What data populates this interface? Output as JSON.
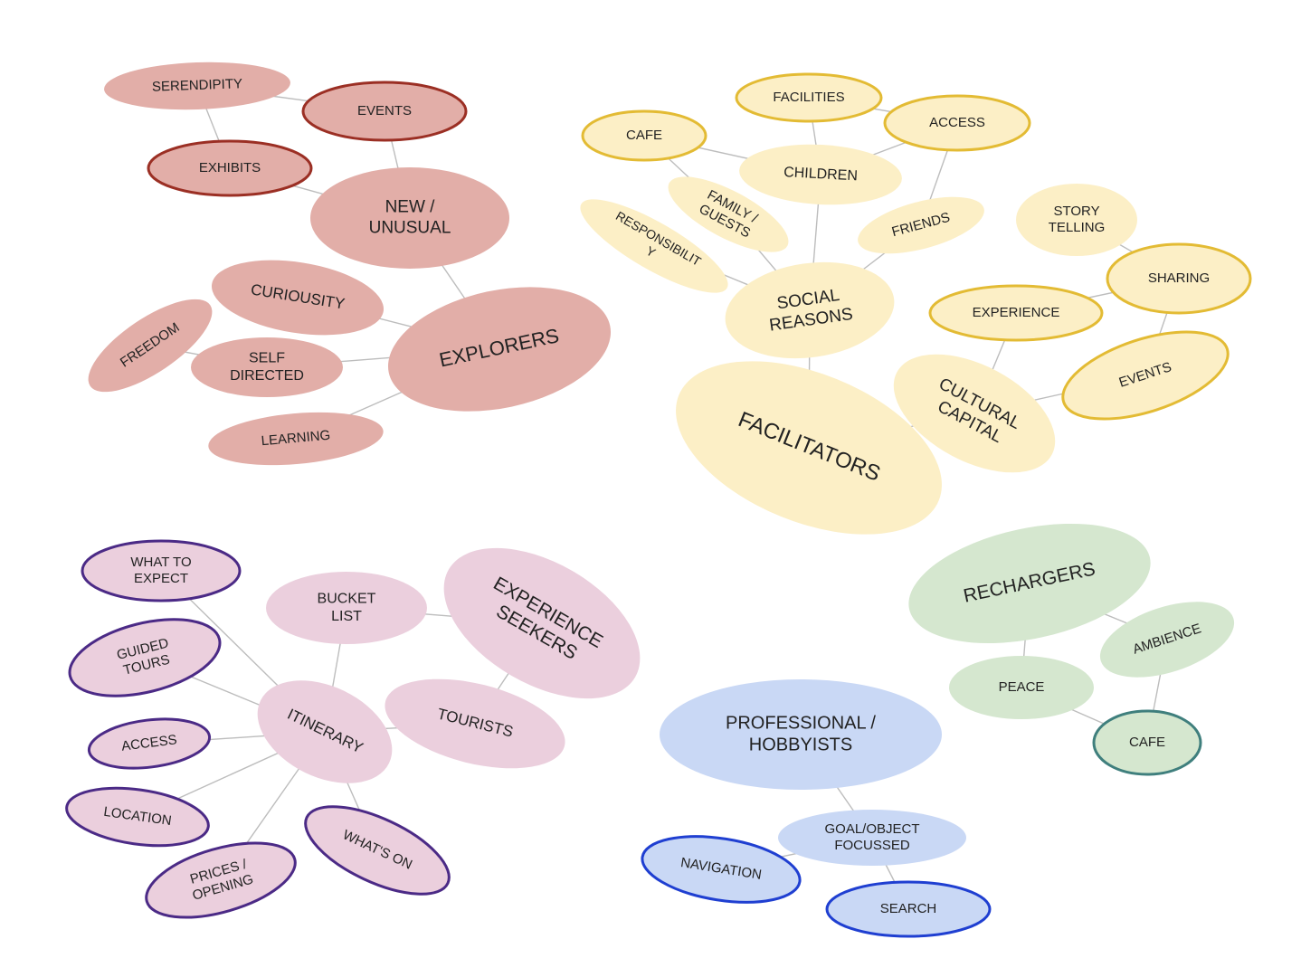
{
  "groups": {
    "explorers": {
      "fill": "#e2aea8",
      "stroke": "#9b2f24"
    },
    "facilitators": {
      "fill": "#fcefc6",
      "stroke": "#e3bb34"
    },
    "experience_seekers": {
      "fill": "#ebcfdd",
      "stroke": "#4b2a86"
    },
    "rechargers": {
      "fill": "#d5e7cf",
      "stroke": "#3f7f7d"
    },
    "professional": {
      "fill": "#c9d8f5",
      "stroke": "#1f3fd1"
    }
  },
  "nodes": {
    "serendipity": {
      "text": [
        "SERENDIPITY"
      ],
      "group": "explorers"
    },
    "events_e": {
      "text": [
        "EVENTS"
      ],
      "group": "explorers"
    },
    "exhibits": {
      "text": [
        "EXHIBITS"
      ],
      "group": "explorers"
    },
    "new_unusual": {
      "text": [
        "NEW /",
        "UNUSUAL"
      ],
      "group": "explorers"
    },
    "curiousity": {
      "text": [
        "CURIOUSITY"
      ],
      "group": "explorers"
    },
    "freedom": {
      "text": [
        "FREEDOM"
      ],
      "group": "explorers"
    },
    "self_directed": {
      "text": [
        "SELF",
        "DIRECTED"
      ],
      "group": "explorers"
    },
    "explorers": {
      "text": [
        "EXPLORERS"
      ],
      "group": "explorers"
    },
    "learning": {
      "text": [
        "LEARNING"
      ],
      "group": "explorers"
    },
    "facilities": {
      "text": [
        "FACILITIES"
      ],
      "group": "facilitators"
    },
    "cafe_f": {
      "text": [
        "CAFE"
      ],
      "group": "facilitators"
    },
    "access_f": {
      "text": [
        "ACCESS"
      ],
      "group": "facilitators"
    },
    "children": {
      "text": [
        "CHILDREN"
      ],
      "group": "facilitators"
    },
    "family_guests": {
      "text": [
        "FAMILY /",
        "GUESTS"
      ],
      "group": "facilitators"
    },
    "responsibility": {
      "text": [
        "RESPONSIBILIT",
        "Y"
      ],
      "group": "facilitators"
    },
    "friends": {
      "text": [
        "FRIENDS"
      ],
      "group": "facilitators"
    },
    "story_telling": {
      "text": [
        "STORY",
        "TELLING"
      ],
      "group": "facilitators"
    },
    "sharing": {
      "text": [
        "SHARING"
      ],
      "group": "facilitators"
    },
    "social_reasons": {
      "text": [
        "SOCIAL",
        "REASONS"
      ],
      "group": "facilitators"
    },
    "experience": {
      "text": [
        "EXPERIENCE"
      ],
      "group": "facilitators"
    },
    "events_f": {
      "text": [
        "EVENTS"
      ],
      "group": "facilitators"
    },
    "cultural_capital": {
      "text": [
        "CULTURAL",
        "CAPITAL"
      ],
      "group": "facilitators"
    },
    "facilitators": {
      "text": [
        "FACILITATORS"
      ],
      "group": "facilitators"
    },
    "what_to_expect": {
      "text": [
        "WHAT TO",
        "EXPECT"
      ],
      "group": "experience_seekers"
    },
    "bucket_list": {
      "text": [
        "BUCKET",
        "LIST"
      ],
      "group": "experience_seekers"
    },
    "experience_seekers": {
      "text": [
        "EXPERIENCE",
        "SEEKERS"
      ],
      "group": "experience_seekers"
    },
    "guided_tours": {
      "text": [
        "GUIDED",
        "TOURS"
      ],
      "group": "experience_seekers"
    },
    "itinerary": {
      "text": [
        "ITINERARY"
      ],
      "group": "experience_seekers"
    },
    "tourists": {
      "text": [
        "TOURISTS"
      ],
      "group": "experience_seekers"
    },
    "access_x": {
      "text": [
        "ACCESS"
      ],
      "group": "experience_seekers"
    },
    "location": {
      "text": [
        "LOCATION"
      ],
      "group": "experience_seekers"
    },
    "whats_on": {
      "text": [
        "WHAT'S ON"
      ],
      "group": "experience_seekers"
    },
    "prices_opening": {
      "text": [
        "PRICES /",
        "OPENING"
      ],
      "group": "experience_seekers"
    },
    "rechargers": {
      "text": [
        "RECHARGERS"
      ],
      "group": "rechargers"
    },
    "ambience": {
      "text": [
        "AMBIENCE"
      ],
      "group": "rechargers"
    },
    "peace": {
      "text": [
        "PEACE"
      ],
      "group": "rechargers"
    },
    "cafe_r": {
      "text": [
        "CAFE"
      ],
      "group": "rechargers"
    },
    "professional": {
      "text": [
        "PROFESSIONAL /",
        "HOBBYISTS"
      ],
      "group": "professional"
    },
    "goal_object": {
      "text": [
        "GOAL/OBJECT",
        "FOCUSSED"
      ],
      "group": "professional"
    },
    "navigation": {
      "text": [
        "NAVIGATION"
      ],
      "group": "professional"
    },
    "search": {
      "text": [
        "SEARCH"
      ],
      "group": "professional"
    }
  },
  "edges": [
    [
      "serendipity",
      "events_e"
    ],
    [
      "serendipity",
      "exhibits"
    ],
    [
      "events_e",
      "new_unusual"
    ],
    [
      "exhibits",
      "new_unusual"
    ],
    [
      "new_unusual",
      "explorers"
    ],
    [
      "curiousity",
      "explorers"
    ],
    [
      "freedom",
      "self_directed"
    ],
    [
      "self_directed",
      "explorers"
    ],
    [
      "learning",
      "explorers"
    ],
    [
      "facilities",
      "children"
    ],
    [
      "facilities",
      "access_f"
    ],
    [
      "cafe_f",
      "children"
    ],
    [
      "cafe_f",
      "family_guests"
    ],
    [
      "access_f",
      "children"
    ],
    [
      "access_f",
      "friends"
    ],
    [
      "children",
      "social_reasons"
    ],
    [
      "family_guests",
      "social_reasons"
    ],
    [
      "responsibility",
      "social_reasons"
    ],
    [
      "friends",
      "social_reasons"
    ],
    [
      "social_reasons",
      "facilitators"
    ],
    [
      "facilitators",
      "cultural_capital"
    ],
    [
      "cultural_capital",
      "experience"
    ],
    [
      "cultural_capital",
      "events_f"
    ],
    [
      "experience",
      "sharing"
    ],
    [
      "story_telling",
      "sharing"
    ],
    [
      "sharing",
      "events_f"
    ],
    [
      "what_to_expect",
      "itinerary"
    ],
    [
      "guided_tours",
      "itinerary"
    ],
    [
      "access_x",
      "itinerary"
    ],
    [
      "location",
      "itinerary"
    ],
    [
      "prices_opening",
      "itinerary"
    ],
    [
      "whats_on",
      "itinerary"
    ],
    [
      "bucket_list",
      "itinerary"
    ],
    [
      "bucket_list",
      "experience_seekers"
    ],
    [
      "experience_seekers",
      "tourists"
    ],
    [
      "tourists",
      "itinerary"
    ],
    [
      "rechargers",
      "peace"
    ],
    [
      "rechargers",
      "ambience"
    ],
    [
      "peace",
      "cafe_r"
    ],
    [
      "ambience",
      "cafe_r"
    ],
    [
      "professional",
      "goal_object"
    ],
    [
      "goal_object",
      "navigation"
    ],
    [
      "goal_object",
      "search"
    ]
  ]
}
